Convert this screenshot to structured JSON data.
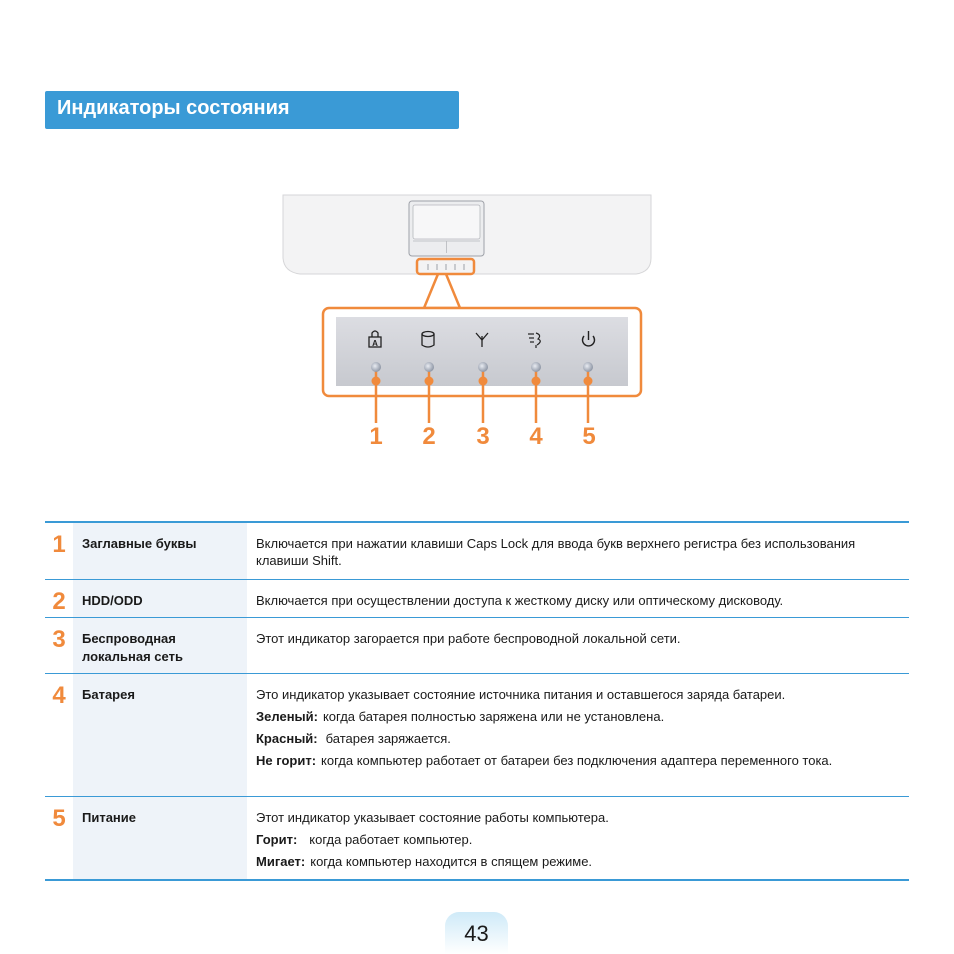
{
  "header": {
    "title": "Индикаторы состояния"
  },
  "illustration": {
    "numbers": [
      "1",
      "2",
      "3",
      "4",
      "5"
    ],
    "icons": [
      "caps-lock-icon",
      "hdd-icon",
      "wireless-icon",
      "battery-icon",
      "power-icon"
    ],
    "accent": "#f08a3c"
  },
  "table": {
    "rows": [
      {
        "num": "1",
        "name": "Заглавные буквы",
        "desc": "Включается при нажатии клавиши Caps Lock для ввода букв верхнего регистра без использования клавиши Shift."
      },
      {
        "num": "2",
        "name": "HDD/ODD",
        "desc": "Включается при осуществлении доступа к жесткому диску или оптическому дисководу."
      },
      {
        "num": "3",
        "name": "Беспроводная локальная сеть",
        "desc": "Этот индикатор загорается при работе беспроводной локальной сети."
      },
      {
        "num": "4",
        "name": "Батарея",
        "desc": "Это индикатор указывает состояние источника питания и оставшегося заряда батареи.",
        "states": [
          {
            "k": "Зеленый:",
            "v": "когда батарея полностью заряжена или не установлена."
          },
          {
            "k": "Красный:",
            "v": "батарея заряжается."
          },
          {
            "k": "Не горит:",
            "v": "когда компьютер работает от батареи без подключения адаптера переменного тока."
          }
        ]
      },
      {
        "num": "5",
        "name": "Питание",
        "desc": "Этот индикатор указывает состояние работы компьютера.",
        "states": [
          {
            "k": "Горит:",
            "v": "когда работает компьютер."
          },
          {
            "k": "Мигает:",
            "v": "когда компьютер находится в спящем режиме."
          }
        ]
      }
    ]
  },
  "footer": {
    "page": "43"
  },
  "colors": {
    "brand_blue": "#3a9ad6",
    "accent_orange": "#f08a3c"
  }
}
